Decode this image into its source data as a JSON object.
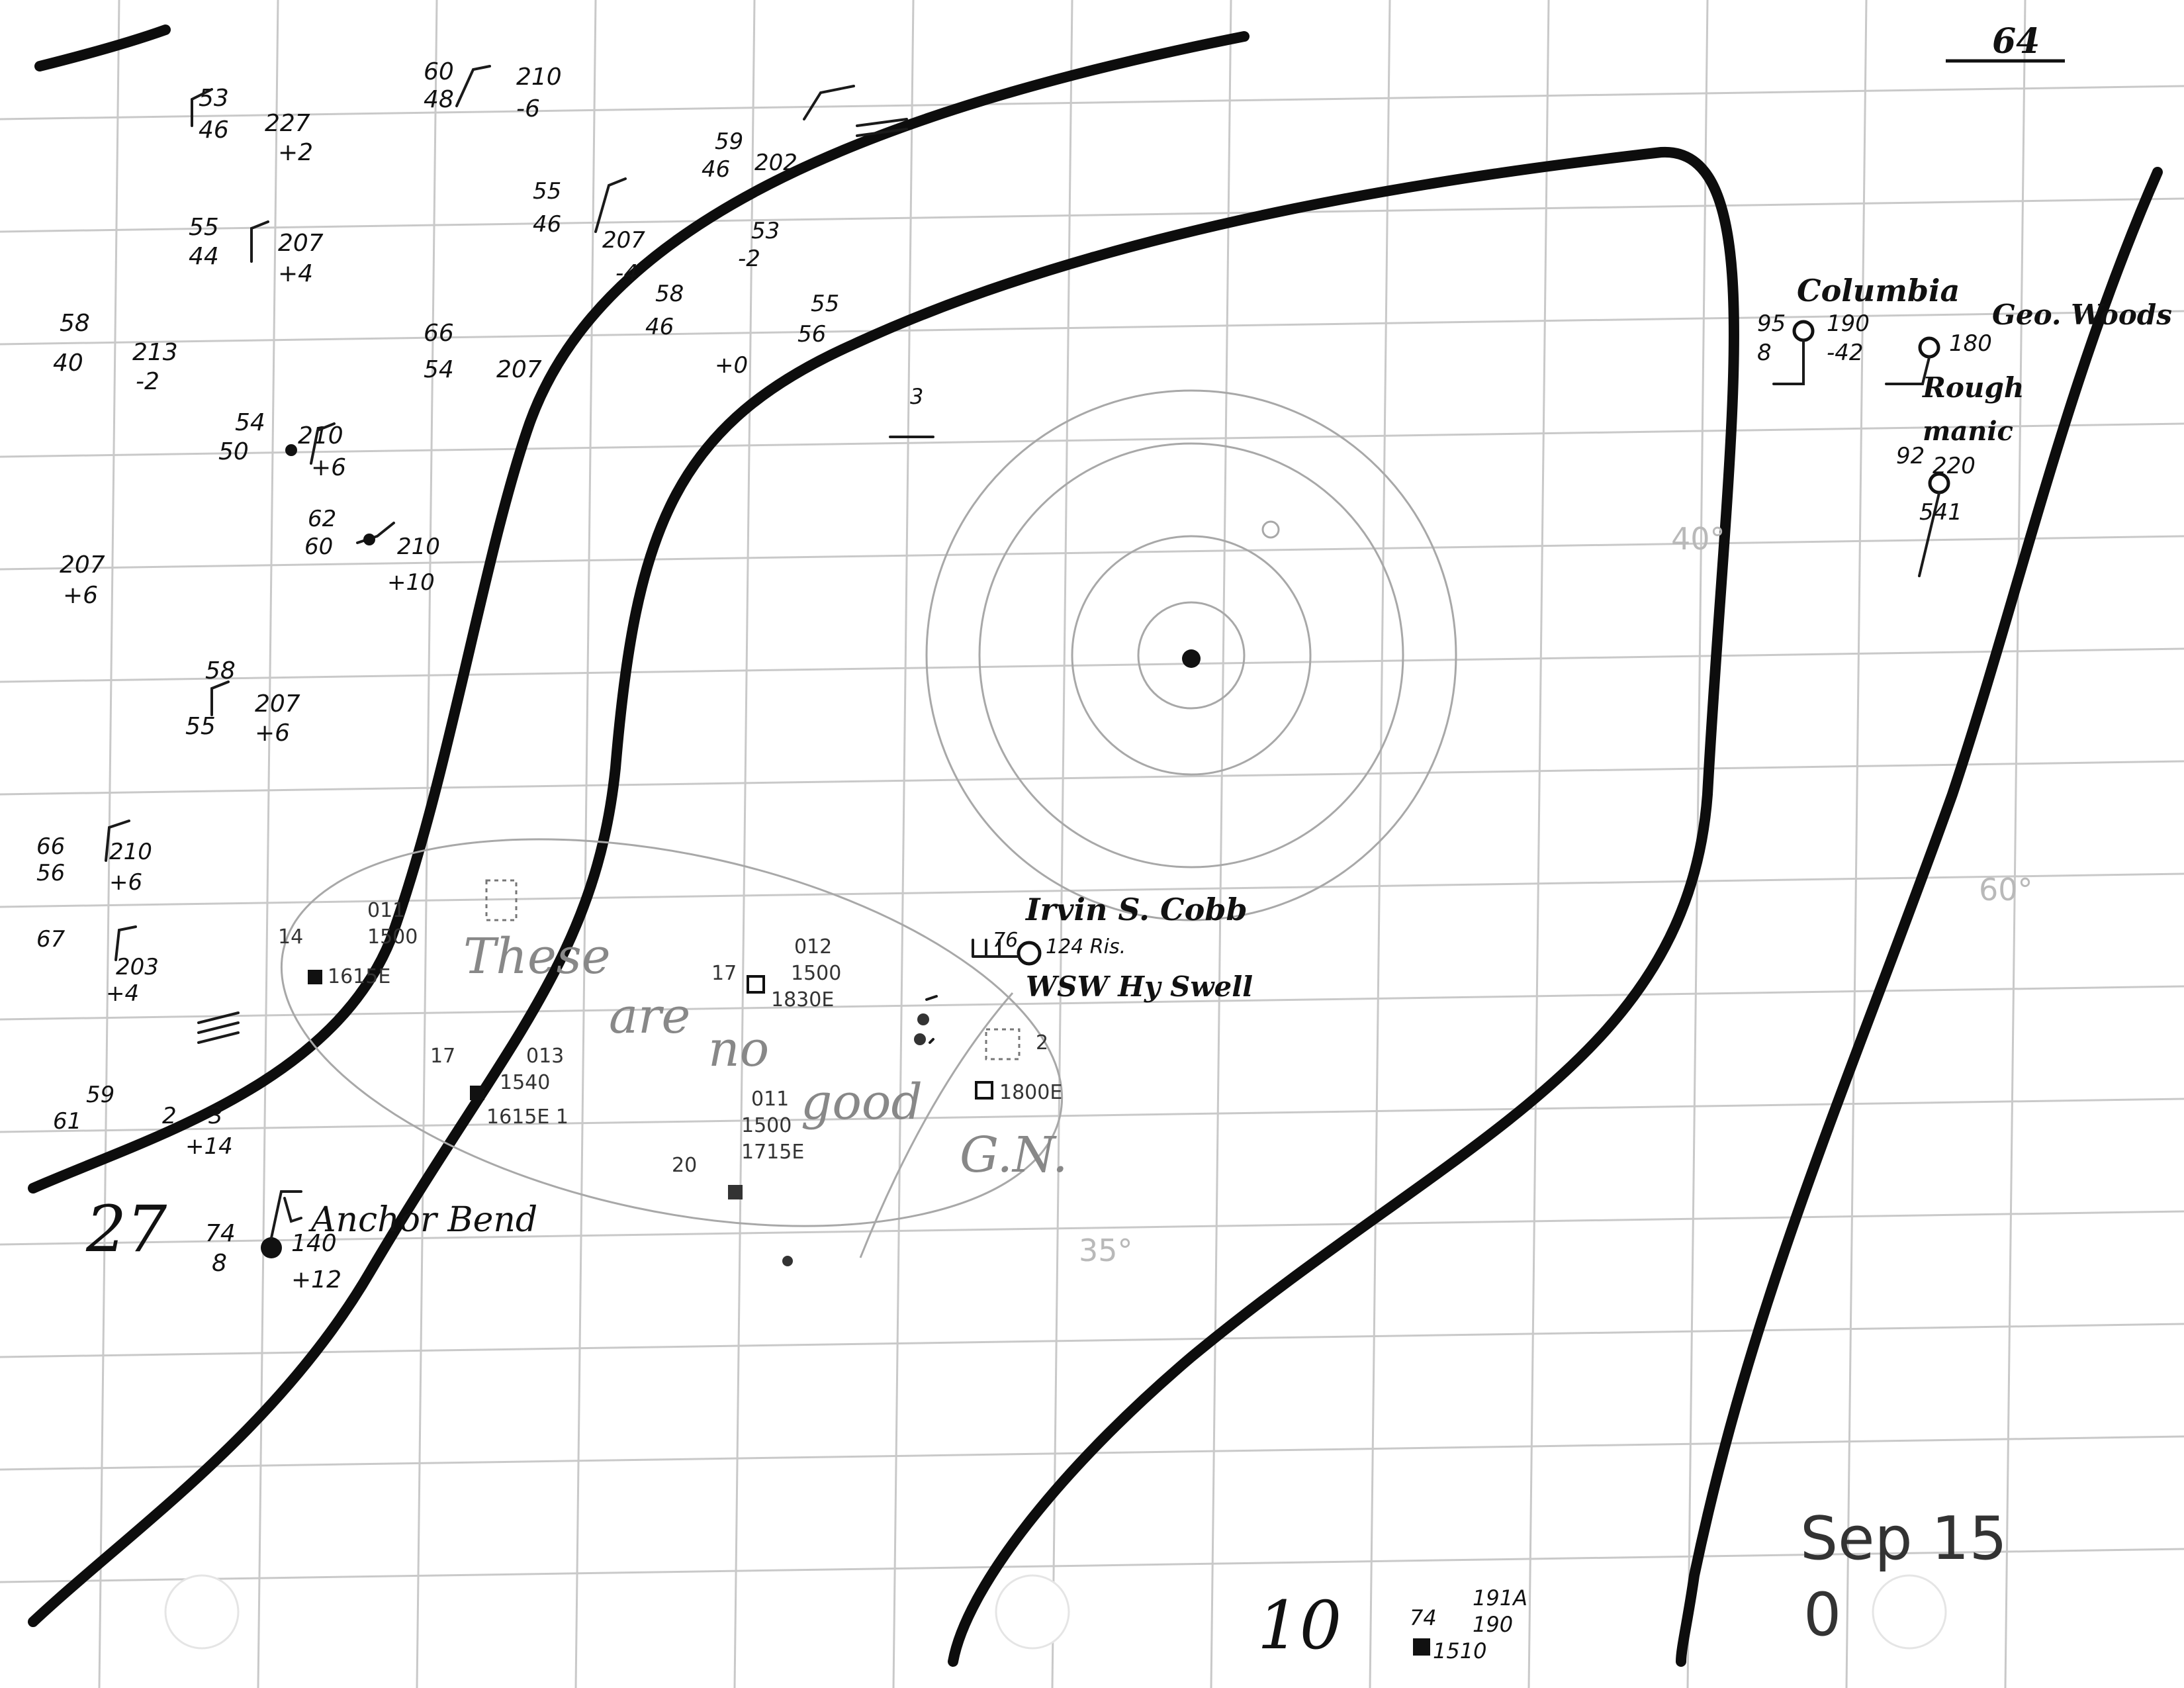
{
  "page": {
    "number": "64"
  },
  "latitude_labels": [
    "40°",
    "60°",
    "35°"
  ],
  "ships": [
    {
      "name": "Columbia",
      "values": [
        "95",
        "8",
        "190",
        "-42"
      ]
    },
    {
      "name": "Geo. Woods",
      "values": [
        "180"
      ]
    },
    {
      "name": "Rough",
      "values": []
    },
    {
      "name": "manic",
      "values": [
        "92",
        "220",
        "541"
      ]
    },
    {
      "name": "Irvin S. Cobb",
      "values": [
        "76",
        "124 Ris."
      ]
    },
    {
      "name": "Anchor Bend",
      "values": [
        "74",
        "8",
        "140",
        "+12"
      ]
    }
  ],
  "annotations": {
    "wsw_note": "WSW Hy Swell",
    "pencil_note": [
      "These",
      "are",
      "no",
      "good",
      "G.N."
    ],
    "bottom_number": "10",
    "big_number": "27",
    "date": [
      "Sep 15",
      "0"
    ]
  },
  "station_plots": [
    [
      "53",
      "46",
      "227",
      "+2"
    ],
    [
      "60",
      "48",
      "210",
      "-6"
    ],
    [
      "55",
      "44",
      "207",
      "+4"
    ],
    [
      "58",
      "40",
      "213",
      "-2"
    ],
    [
      "66",
      "54",
      "207"
    ],
    [
      "54",
      "50",
      "210",
      "+6"
    ],
    [
      "62",
      "60",
      "210",
      "+10"
    ],
    [
      "207",
      "+6"
    ],
    [
      "58",
      "55",
      "207",
      "+6"
    ],
    [
      "66",
      "56",
      "210",
      "+6"
    ],
    [
      "67",
      "203",
      "+4"
    ],
    [
      "59",
      "61",
      "2",
      "3",
      "+14"
    ],
    [
      "55",
      "46",
      "207",
      "-4"
    ],
    [
      "59",
      "46",
      "202"
    ],
    [
      "53",
      "-2"
    ],
    [
      "58",
      "46",
      "+0"
    ],
    [
      "55",
      "56"
    ],
    [
      "3"
    ]
  ],
  "coded_plots": [
    [
      "14",
      "011",
      "1500",
      "1615E"
    ],
    [
      "17",
      "013",
      "1540",
      "1615E 1"
    ],
    [
      "17",
      "012",
      "1500",
      "1830E"
    ],
    [
      "20",
      "011",
      "1500",
      "1715E"
    ],
    [
      "2",
      "1800E"
    ],
    [
      "74",
      "191A",
      "190",
      "1510"
    ]
  ]
}
